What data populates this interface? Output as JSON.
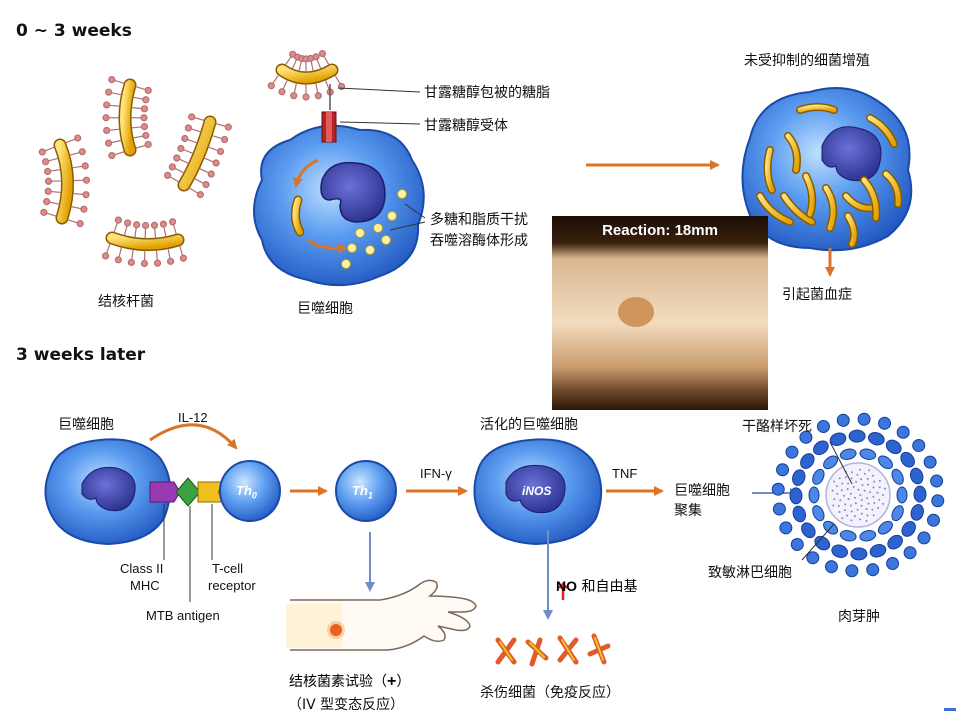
{
  "sections": {
    "early": "0 ~ 3 weeks",
    "late": "3 weeks later"
  },
  "top": {
    "bacteria_label": "结核杆菌",
    "glycolipid_label": "甘露糖醇包被的糖脂",
    "receptor_label": "甘露糖醇受体",
    "inhibit_line1": "多糖和脂质干扰",
    "inhibit_line2": "吞噬溶酶体形成",
    "macrophage_label": "巨噬细胞",
    "proliferation_label": "未受抑制的细菌增殖",
    "bacteremia_label": "引起菌血症"
  },
  "photo": {
    "title": "Reaction: 18mm"
  },
  "bottom": {
    "macrophage_label": "巨噬细胞",
    "il12": "IL-12",
    "th0_main": "Th",
    "th0_sub": "0",
    "th1_main": "Th",
    "th1_sub": "1",
    "mhc_line1": "Class II",
    "mhc_line2": "MHC",
    "tcell_line1": "T-cell",
    "tcell_line2": "receptor",
    "antigen": "MTB antigen",
    "ifn": "IFN-γ",
    "activated_label": "活化的巨噬细胞",
    "inos": "iNOS",
    "tnf": "TNF",
    "aggregate_line1": "巨噬细胞",
    "aggregate_line2": "聚集",
    "necrosis_label": "干酪样坏死",
    "lymphocyte_label": "致敏淋巴细胞",
    "granuloma_label": "肉芽肿",
    "no_main": "NO",
    "no_rest": " 和自由基",
    "tuberculin_text": "结核菌素试验（",
    "tuberculin_plus": "+",
    "tuberculin_close": "）",
    "type_iv": "（IV 型变态反应）",
    "kill_label": "杀伤细菌（免疫反应）"
  },
  "colors": {
    "cell_blue": "#2f74d6",
    "nucleus": "#2a2f8a",
    "bacteria_yellow": "#f0b818",
    "arrow_orange": "#d9752a",
    "arrow_blue": "#6d8fc8",
    "up_arrow_red": "#e52020"
  }
}
